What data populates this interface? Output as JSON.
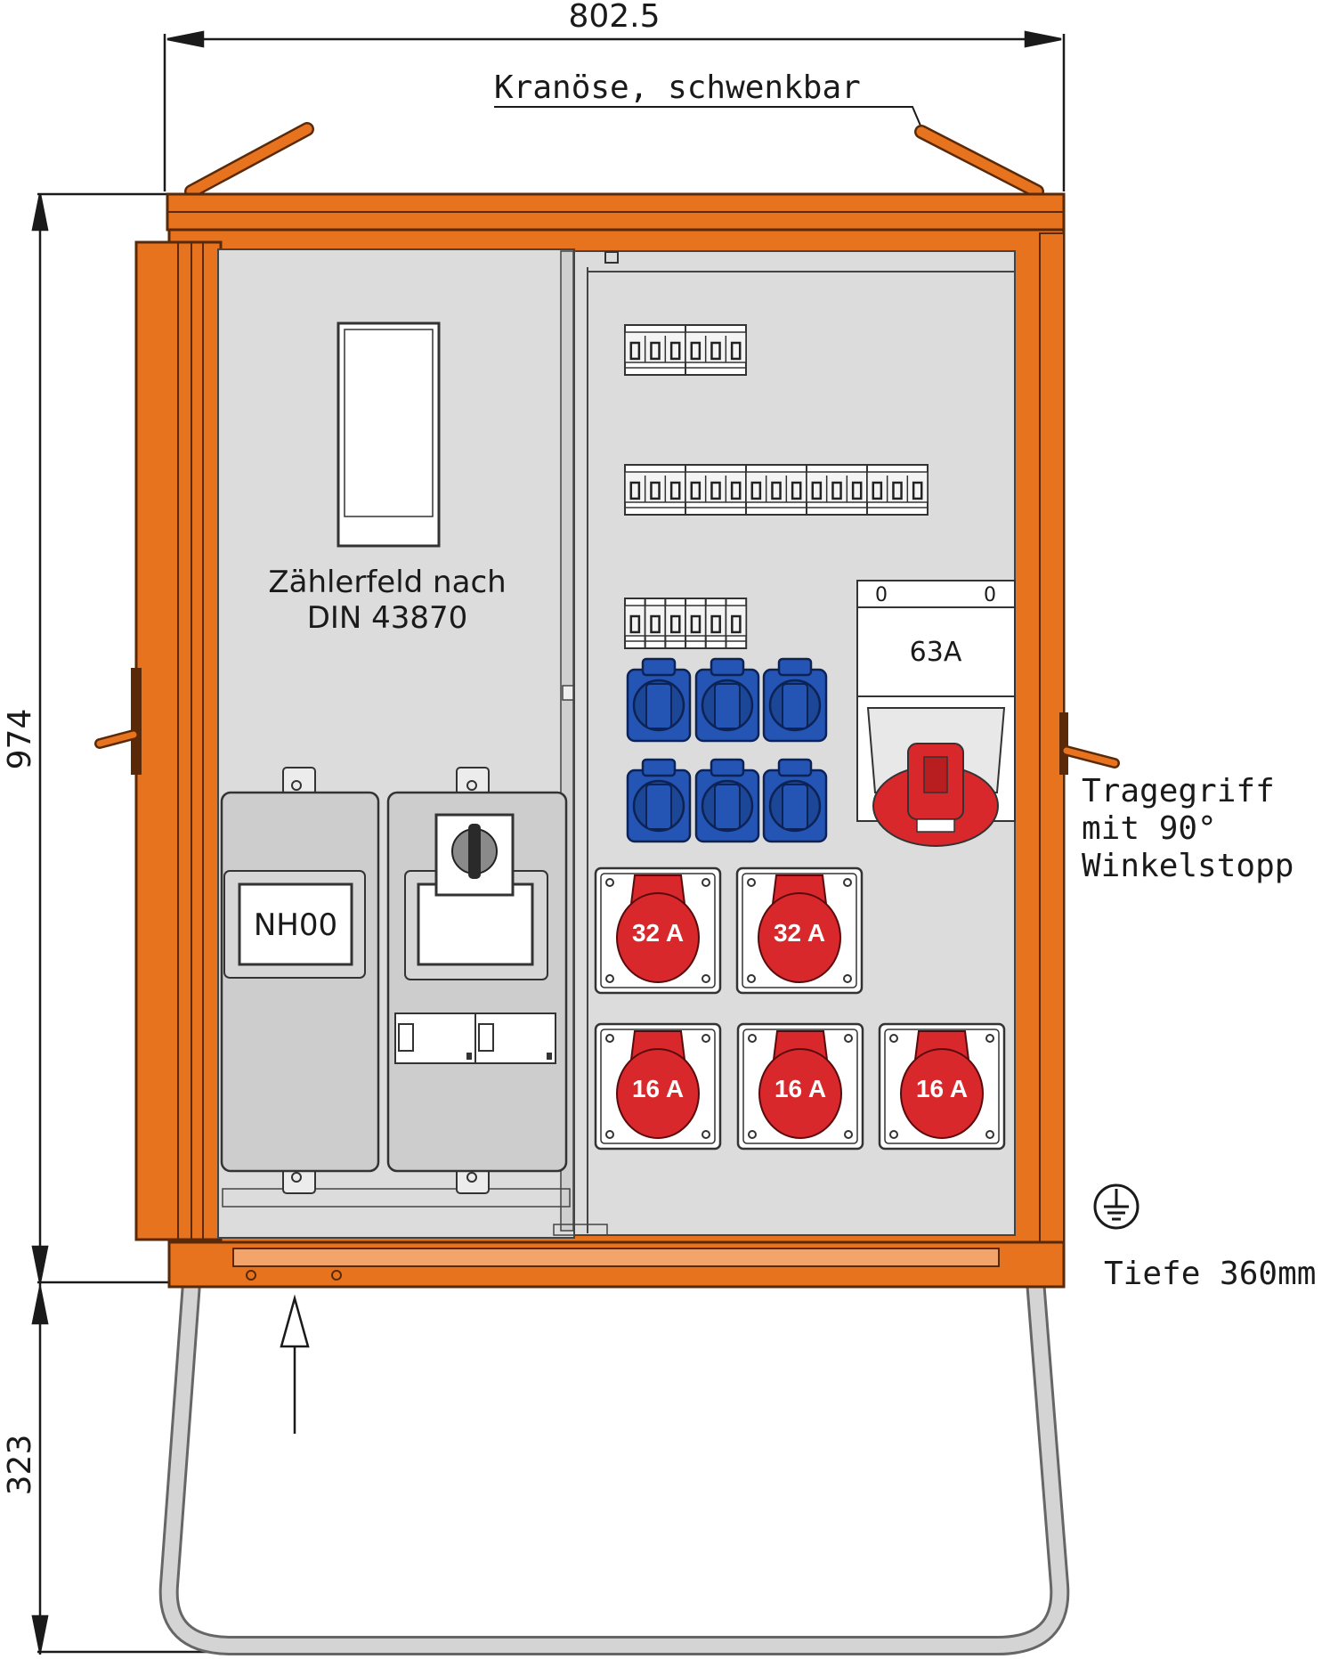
{
  "dimensions": {
    "width": "802.5",
    "height_cabinet": "974",
    "height_frame": "323"
  },
  "annotations": {
    "crane_eye": "Kranöse, schwenkbar",
    "handle_line1": "Tragegriff",
    "handle_line2": "mit 90°",
    "handle_line3": "Winkelstopp",
    "depth": "Tiefe 360mm"
  },
  "meter_field": {
    "line1": "Zählerfeld nach",
    "line2": "DIN 43870"
  },
  "fuse_label": "NH00",
  "main_socket_label": "63A",
  "switch_marks": [
    "0",
    "0"
  ],
  "sockets_32": [
    "32 A",
    "32 A"
  ],
  "sockets_16": [
    "16 A",
    "16 A",
    "16 A"
  ],
  "colors": {
    "housing": "#e8731f",
    "panel": "#dcdcdc",
    "schuko": "#2455b4",
    "cee": "#d8282c",
    "frame": "#c8c8c8"
  },
  "icons": {
    "earth": "earth-ground-icon",
    "arrow": "arrow-up-icon"
  }
}
